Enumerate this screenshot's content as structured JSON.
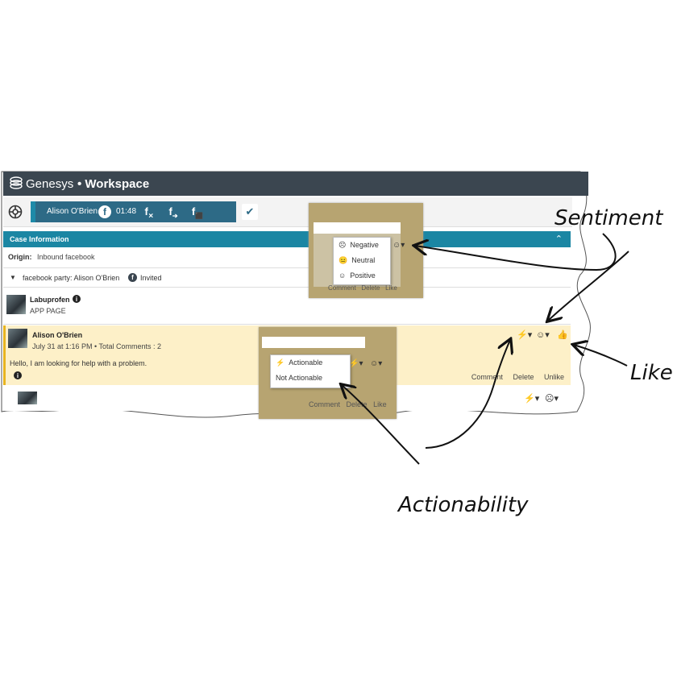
{
  "app": {
    "brand": "Genesys",
    "title": "• Workspace"
  },
  "toolbar": {
    "contact_name": "Alison O'Brien",
    "fb_glyph": "f",
    "timer": "01:48",
    "check_glyph": "✔"
  },
  "case": {
    "header": "Case Information",
    "origin_label": "Origin:",
    "origin_value": "Inbound facebook",
    "party_label": "facebook party: Alison O'Brien",
    "party_status": "Invited"
  },
  "posts": [
    {
      "name": "Labuprofen",
      "subtitle": "APP PAGE"
    },
    {
      "name": "Alison O'Brien",
      "meta": "July 31 at 1:16 PM  •  Total Comments : 2",
      "message": "Hello, I am looking for help with a problem.",
      "actions": [
        "Comment",
        "Delete",
        "Unlike"
      ]
    }
  ],
  "sentiment_popup": {
    "options": [
      "Negative",
      "Neutral",
      "Positive"
    ],
    "footer": [
      "Comment",
      "Delete",
      "Like"
    ]
  },
  "actionability_popup": {
    "options": [
      "Actionable",
      "Not Actionable"
    ],
    "footer": [
      "Comment",
      "Delete",
      "Like"
    ]
  },
  "annotations": {
    "sentiment": "Sentiment",
    "like": "Like",
    "actionability": "Actionability"
  }
}
